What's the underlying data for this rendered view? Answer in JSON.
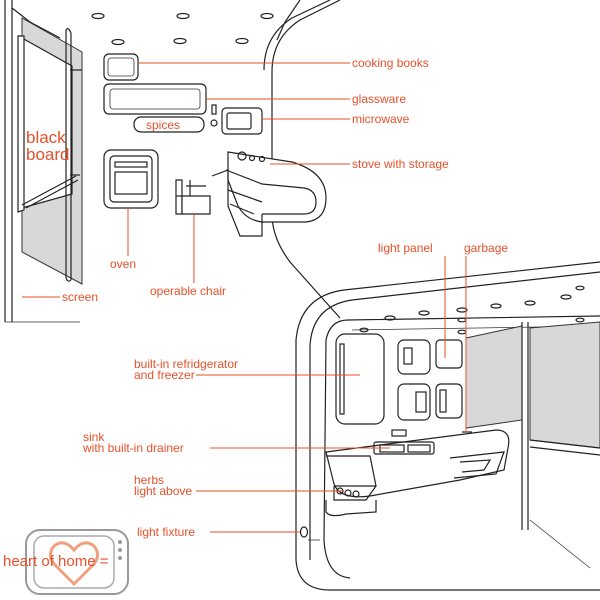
{
  "blackboard_text": [
    "black",
    "board"
  ],
  "labels": {
    "cooking_books": "cooking books",
    "glassware": "glassware",
    "spices": "spices",
    "microwave": "microwave",
    "stove_with_storage": "stove with storage",
    "oven": "oven",
    "operable_chair": "operable chair",
    "screen": "screen",
    "light_panel": "light panel",
    "garbage": "garbage",
    "refrigerator": [
      "built-in refridgerator",
      "and freezer"
    ],
    "sink": [
      "sink",
      "with built-in drainer"
    ],
    "herbs": [
      "herbs",
      "light above"
    ],
    "light_fixture": "light fixture",
    "heart_of_home": "heart of home ="
  },
  "colors": {
    "label": "#e8502a",
    "line": "#222222",
    "wall": "#d8d8d8"
  }
}
